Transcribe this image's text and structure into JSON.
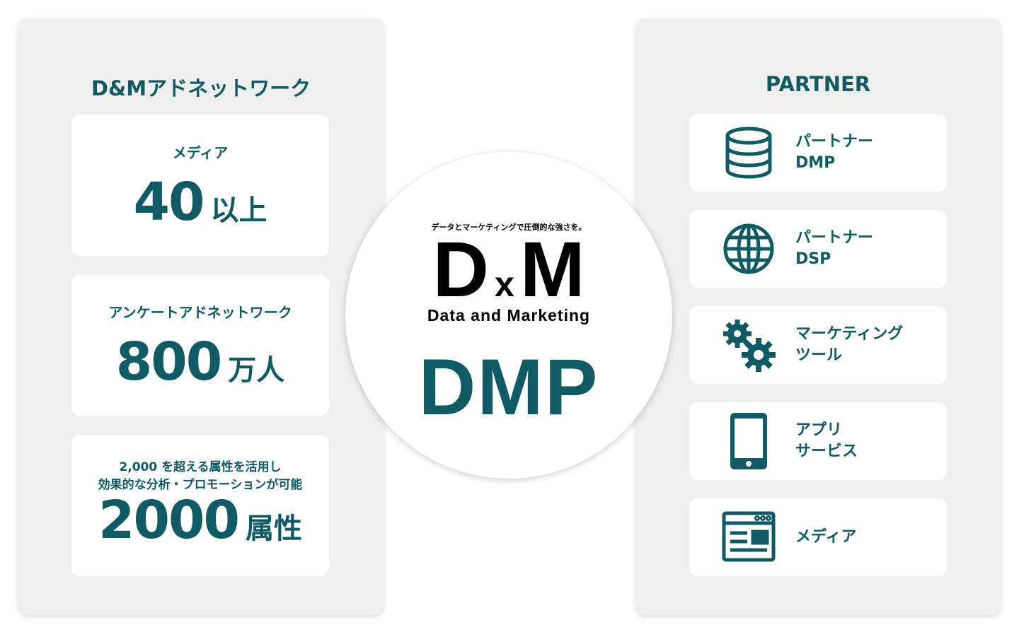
{
  "left": {
    "title": "D&Mアドネットワーク",
    "stats": [
      {
        "label": "メディア",
        "value": "40",
        "unit": "以上"
      },
      {
        "label": "アンケートアドネットワーク",
        "value": "800",
        "unit": "万人"
      },
      {
        "label_line1": "2,000 を超える属性を活用し",
        "label_line2": "効果的な分析・プロモーションが可能",
        "value": "2000",
        "unit": "属性"
      }
    ]
  },
  "center": {
    "tagline": "データとマーケティングで圧倒的な強さを。",
    "logo_d": "D",
    "logo_x": "x",
    "logo_m": "M",
    "logo_sub": "Data and Marketing",
    "product": "DMP"
  },
  "right": {
    "title": "PARTNER",
    "items": [
      {
        "icon": "database-icon",
        "line1": "パートナー",
        "line2": "DMP"
      },
      {
        "icon": "globe-icon",
        "line1": "パートナー",
        "line2": "DSP"
      },
      {
        "icon": "gears-icon",
        "line1": "マーケティング",
        "line2": "ツール"
      },
      {
        "icon": "tablet-icon",
        "line1": "アプリ",
        "line2": "サービス"
      },
      {
        "icon": "media-icon",
        "line1": "メディア"
      }
    ]
  },
  "colors": {
    "accent": "#0f5a63",
    "panel": "#efefef"
  }
}
